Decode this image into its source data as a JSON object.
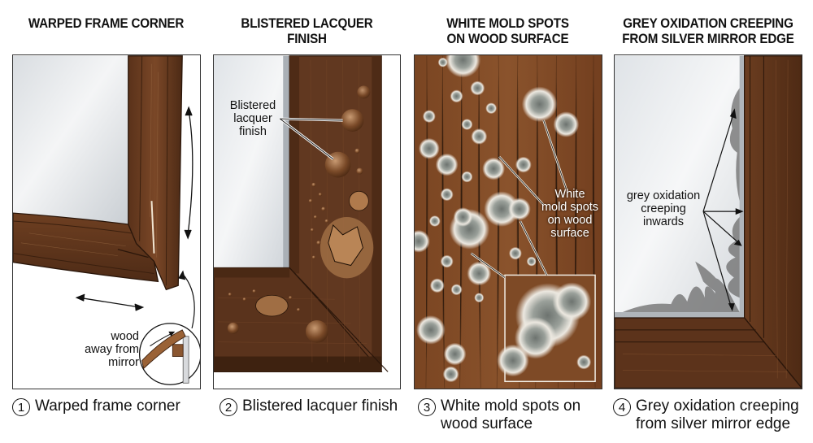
{
  "panels": [
    {
      "id": 1,
      "title": "WARPED FRAME CORNER",
      "caption_number": "1",
      "caption": "Warped frame corner",
      "annotations": {
        "inset_label": "wood\naway from\nmirror"
      }
    },
    {
      "id": 2,
      "title": "BLISTERED LACQUER\nFINISH",
      "caption_number": "2",
      "caption": "Blistered lacquer finish",
      "annotations": {
        "callout_label": "Blistered\nlacquer\nfinish"
      }
    },
    {
      "id": 3,
      "title": "WHITE MOLD SPOTS\nON WOOD SURFACE",
      "caption_number": "3",
      "caption": "White mold spots on\nwood surface",
      "annotations": {
        "callout_label": "White\nmold spots\non wood\nsurface"
      }
    },
    {
      "id": 4,
      "title": "GREY OXIDATION CREEPING\nFROM SILVER MIRROR EDGE",
      "caption_number": "4",
      "caption": "Grey oxidation creeping\nfrom silver mirror edge",
      "annotations": {
        "callout_label": "grey oxidation\ncreeping\ninwards"
      }
    }
  ],
  "colors": {
    "wood_dark": "#4a2a16",
    "wood_mid": "#6b3d20",
    "wood_light": "#8a5630",
    "mirror": "#e4e7ea",
    "mold": "#e8e4dc",
    "oxidation": "#6e6e6e",
    "border": "#333333"
  }
}
